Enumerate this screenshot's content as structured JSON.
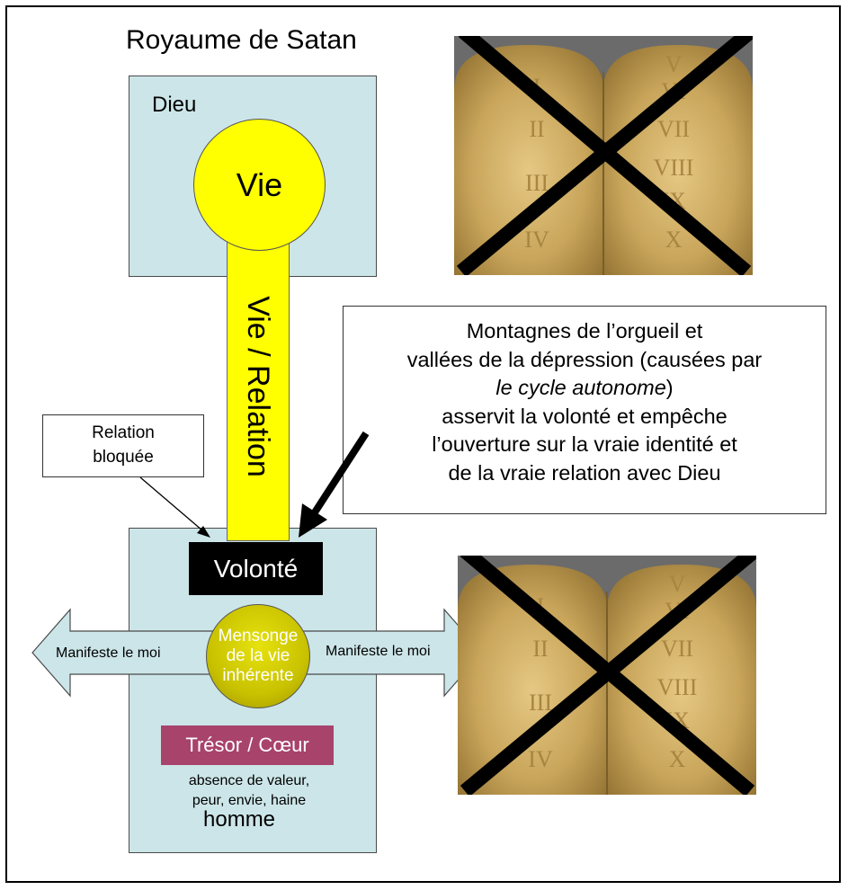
{
  "title": "Royaume de Satan",
  "dieu_label": "Dieu",
  "vie_circle": "Vie",
  "column_label": "Vie / Relation",
  "volonte": "Volonté",
  "mensonge": [
    "Mensonge",
    "de la vie",
    "inhérente"
  ],
  "manifeste_left": "Manifeste le moi",
  "manifeste_right": "Manifeste le moi",
  "tresor": "Trésor / Cœur",
  "absence": [
    "absence de valeur,",
    "peur, envie, haine"
  ],
  "homme_label": "homme",
  "relation_bloquee": [
    "Relation",
    "bloquée"
  ],
  "montagnes": {
    "line1": "Montagnes de l’orgueil et",
    "line2": "vallées de la dépression (causées par",
    "line3_italic": "le cycle autonome",
    "line3_suffix": ")",
    "line4": "asservit la volonté et empêche",
    "line5": "l’ouverture sur la vraie identité et",
    "line6": "de la vraie relation avec Dieu"
  },
  "tablet_numerals": {
    "left": [
      "I",
      "II",
      "III",
      "IV"
    ],
    "right": [
      "V",
      "VI",
      "VII",
      "VIII",
      "IX",
      "X"
    ]
  },
  "colors": {
    "box_fill": "#cce5e8",
    "yellow": "#ffff00",
    "tresor": "#a8436c",
    "tablet_gold": "#c8a55a"
  },
  "icons": [
    "cross-out-icon",
    "commandment-tablet-icon",
    "double-arrow-icon",
    "pointer-arrow-icon"
  ]
}
